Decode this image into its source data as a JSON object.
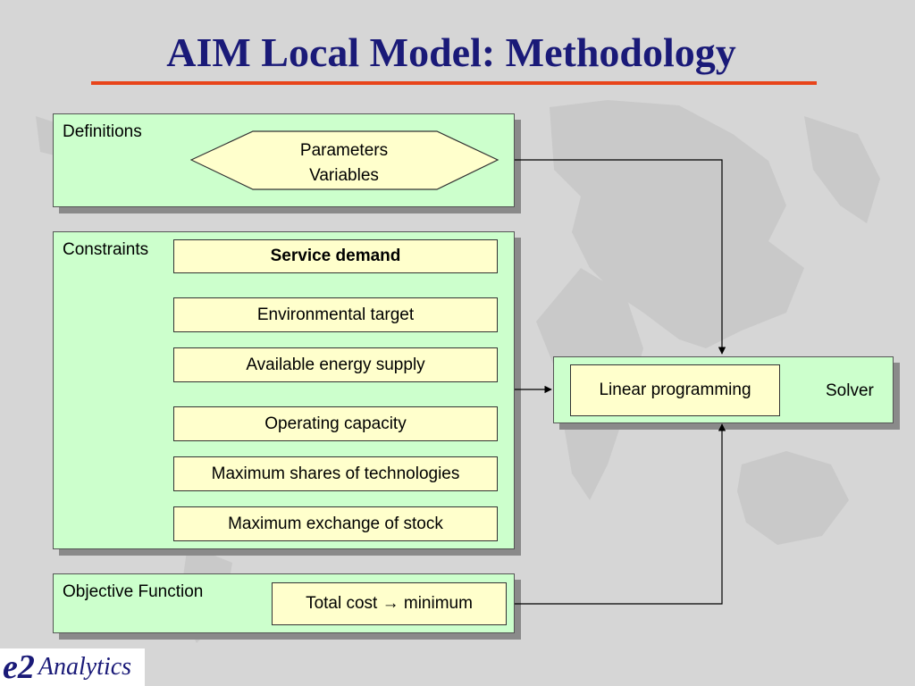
{
  "slide": {
    "title": "AIM Local Model: Methodology"
  },
  "definitions": {
    "label": "Definitions",
    "hex_line1": "Parameters",
    "hex_line2": "Variables"
  },
  "constraints": {
    "label": "Constraints",
    "items": [
      {
        "label": "Service demand",
        "bold": true
      },
      {
        "label": "Environmental target",
        "bold": false
      },
      {
        "label": "Available energy supply",
        "bold": false
      },
      {
        "label": "Operating capacity",
        "bold": false
      },
      {
        "label": "Maximum shares of technologies",
        "bold": false
      },
      {
        "label": "Maximum exchange of stock",
        "bold": false
      }
    ]
  },
  "objective": {
    "label": "Objective Function",
    "box": "Total cost → minimum"
  },
  "solver": {
    "method": "Linear programming",
    "label": "Solver"
  },
  "logo": {
    "mark": "e2",
    "text": "Analytics"
  },
  "colors": {
    "panel_fill": "#ccffcc",
    "box_fill": "#ffffcc",
    "title": "#1a1a78",
    "title_rule": "#e8441a",
    "background": "#d6d6d6"
  }
}
